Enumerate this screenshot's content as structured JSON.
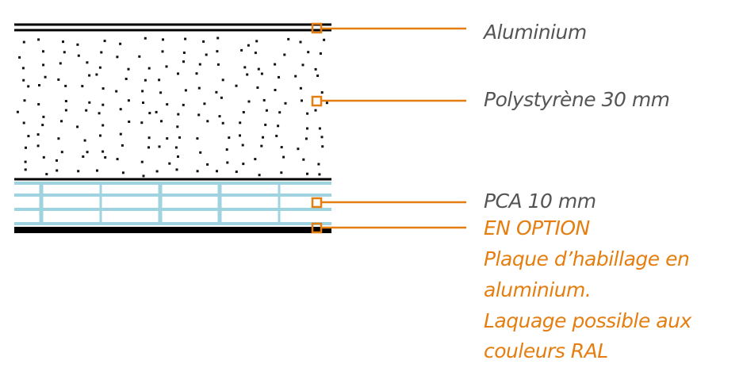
{
  "colors": {
    "accent": "#e57e10",
    "label_text": "#555555",
    "insulation_grid": "#9fd3e0",
    "layer_line": "#000000"
  },
  "labels": {
    "aluminium": "Aluminium",
    "polystyrene": "Polystyrène 30 mm",
    "pca": "PCA 10 mm"
  },
  "option": {
    "heading": "EN OPTION",
    "lines": [
      "Plaque d’habillage en",
      "aluminium.",
      "Laquage possible aux",
      "couleurs RAL"
    ]
  }
}
